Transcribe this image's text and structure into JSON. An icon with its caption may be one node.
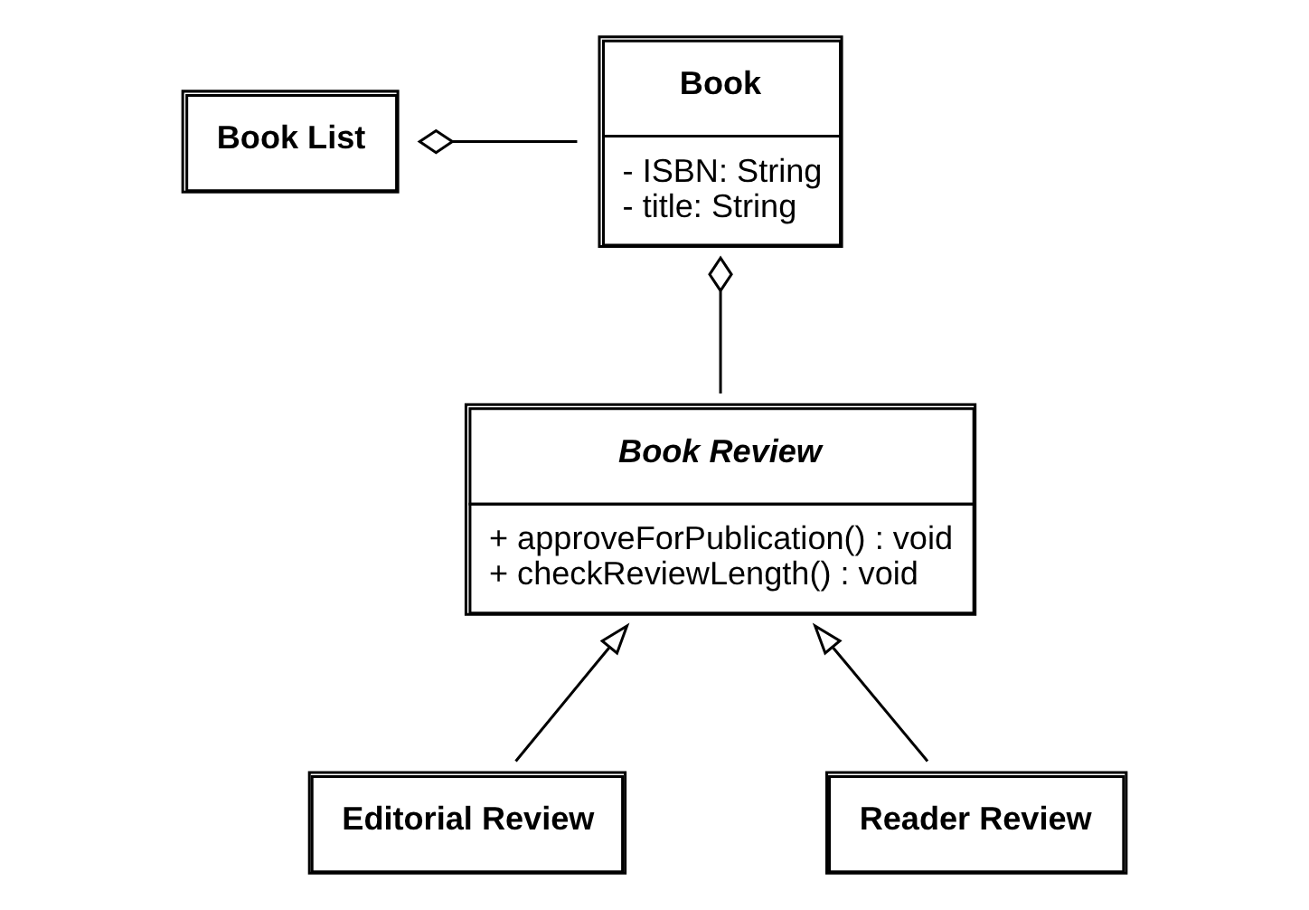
{
  "diagram": {
    "nodes": [
      {
        "text": [
          "Book",
          "- ISBN: String",
          "- title: String"
        ]
      },
      {
        "text": [
          "Book List"
        ]
      },
      {
        "text": [
          "Book Review",
          "+ approveForPublication() : void",
          "+ checkReviewLength() : void"
        ]
      },
      {
        "text": [
          "Editorial Review"
        ]
      },
      {
        "text": [
          "Reader Review"
        ]
      }
    ],
    "edges": [
      {
        "from": 0,
        "to": 1,
        "arrow": "other"
      },
      {
        "from": 2,
        "to": 0,
        "arrow": "other"
      },
      {
        "from": 3,
        "to": 2,
        "arrow": "to"
      },
      {
        "from": 4,
        "to": 2,
        "arrow": "to"
      }
    ]
  }
}
